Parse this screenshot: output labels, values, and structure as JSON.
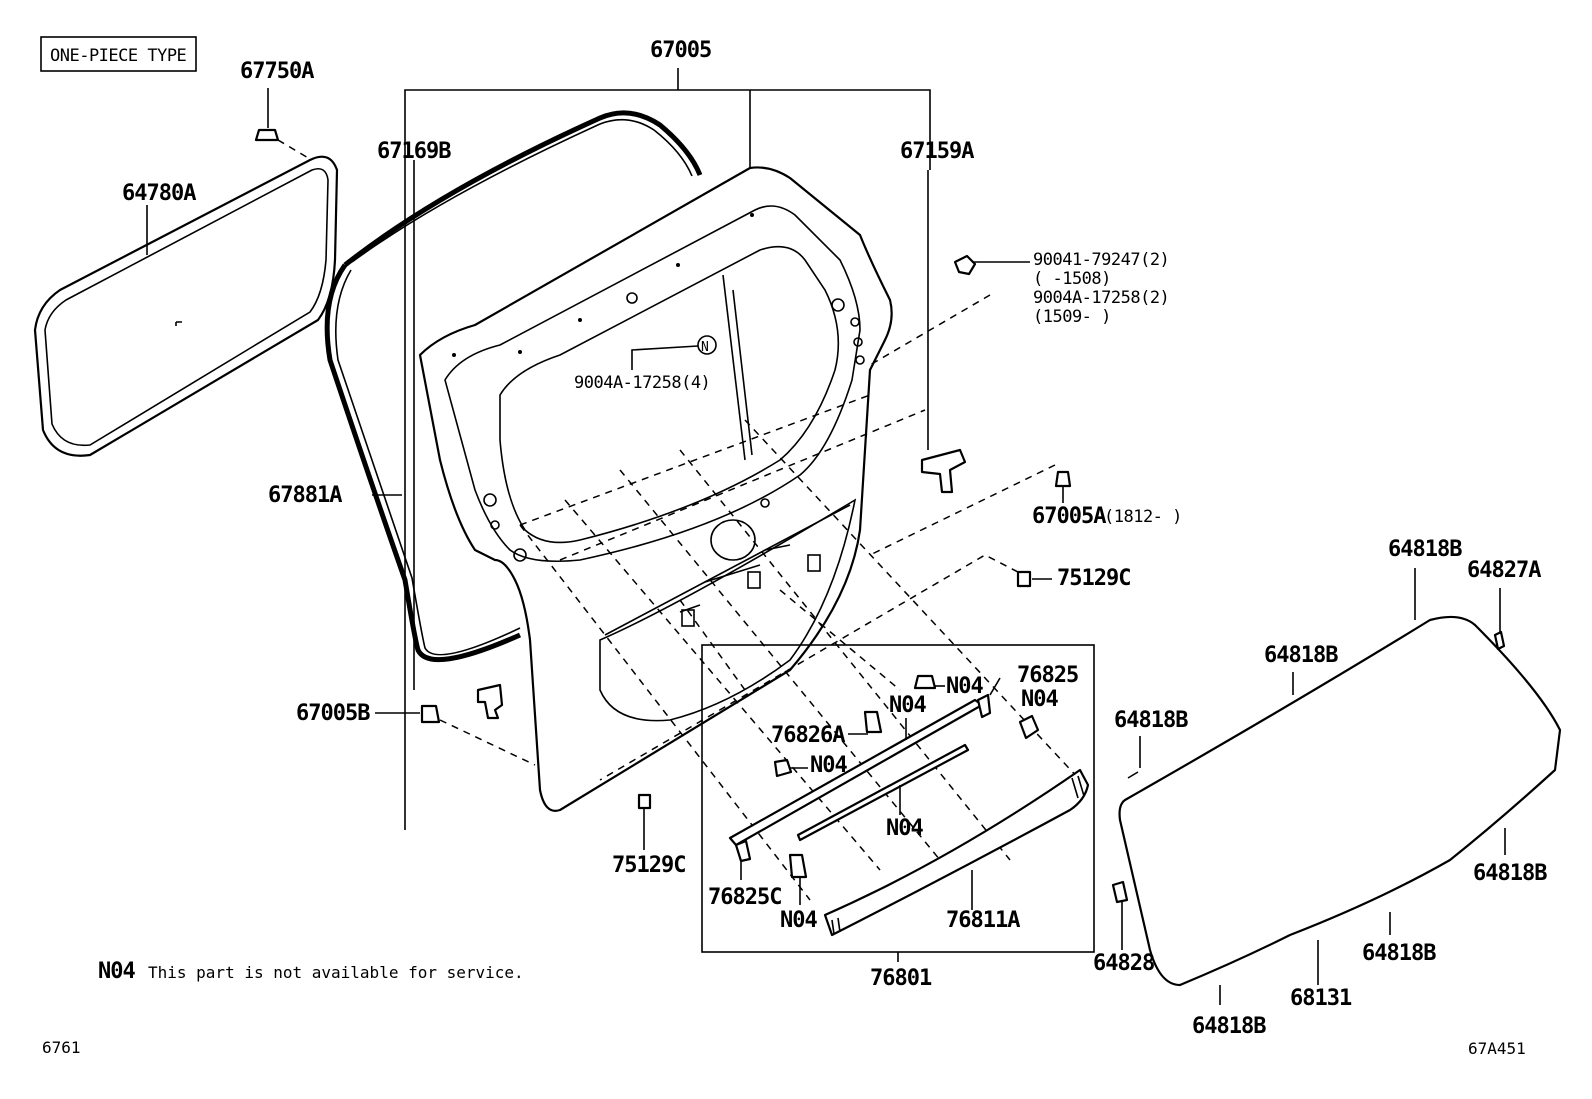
{
  "header": {
    "type_label": "ONE-PIECE TYPE"
  },
  "parts": {
    "p67005": "67005",
    "p67750A": "67750A",
    "p64780A": "64780A",
    "p67169B": "67169B",
    "p67159A": "67159A",
    "p90041": "90041-79247(2)",
    "p90041_range": "(     -1508)",
    "p9004A_a": "9004A-17258(2)",
    "p9004A_a_range": "(1509-     )",
    "p9004A_b": "9004A-17258(4)",
    "p67881A": "67881A",
    "p67005A": "67005A",
    "p67005A_range": "(1812-     )",
    "p75129C_right": "75129C",
    "p75129C_bottom": "75129C",
    "p67005B": "67005B",
    "p76825": "76825",
    "p76826A": "76826A",
    "p76825C": "76825C",
    "p76811A": "76811A",
    "p76801": "76801",
    "p64818B_1": "64818B",
    "p64827A": "64827A",
    "p64818B_2": "64818B",
    "p64818B_3": "64818B",
    "p64818B_4": "64818B",
    "p64818B_5": "64818B",
    "p64818B_6": "64818B",
    "p64828": "64828",
    "p68131": "68131",
    "n04_1": "N04",
    "n04_2": "N04",
    "n04_3": "N04",
    "n04_4": "N04",
    "n04_5": "N04",
    "n04_6": "N04",
    "n_symbol": "N"
  },
  "footer": {
    "note_code": "N04",
    "note_text": "This part is not available for service.",
    "page_code": "6761",
    "figure_code": "67A451"
  }
}
